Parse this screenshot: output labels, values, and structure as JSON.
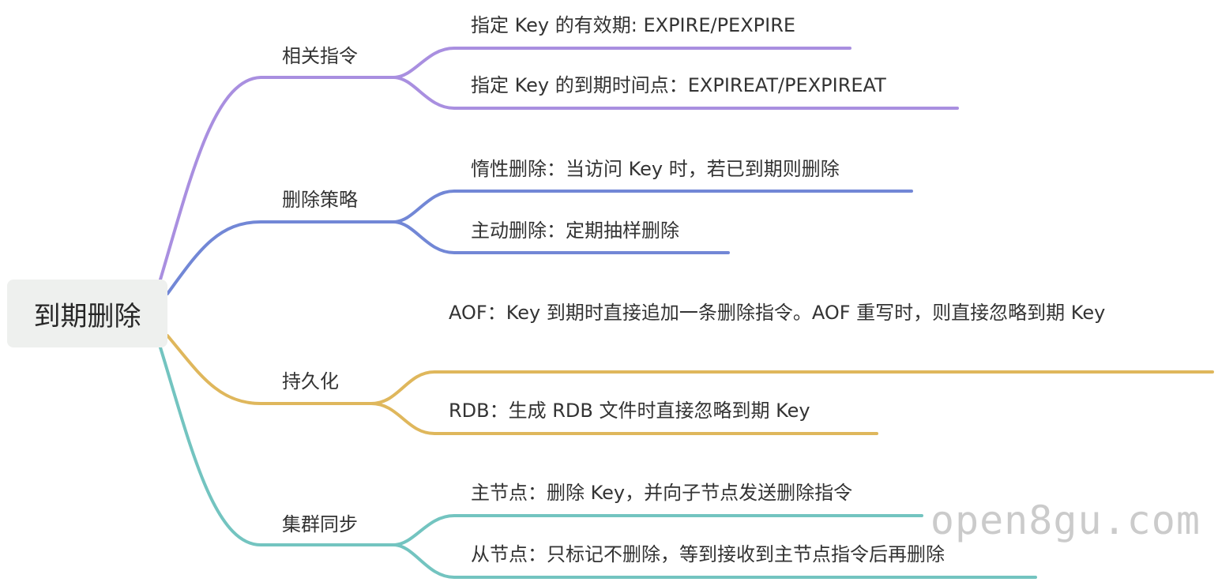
{
  "root": {
    "label": "到期删除"
  },
  "colors": {
    "branch_1": "#a98fe0",
    "branch_2": "#7287d6",
    "branch_3": "#dfb75c",
    "branch_4": "#73c4c0"
  },
  "branches": [
    {
      "label": "相关指令",
      "leaves": [
        "指定 Key 的有效期: EXPIRE/PEXPIRE",
        "指定 Key 的到期时间点：EXPIREAT/PEXPIREAT"
      ]
    },
    {
      "label": "删除策略",
      "leaves": [
        "惰性删除：当访问 Key 时，若已到期则删除",
        "主动删除：定期抽样删除"
      ]
    },
    {
      "label": "持久化",
      "leaves": [
        "AOF：Key 到期时直接追加一条删除指令。AOF 重写时，则直接忽略到期 Key",
        "RDB：生成 RDB 文件时直接忽略到期 Key"
      ]
    },
    {
      "label": "集群同步",
      "leaves": [
        "主节点：删除 Key，并向子节点发送删除指令",
        "从节点：只标记不删除，等到接收到主节点指令后再删除"
      ]
    }
  ],
  "watermark": "open8gu.com"
}
